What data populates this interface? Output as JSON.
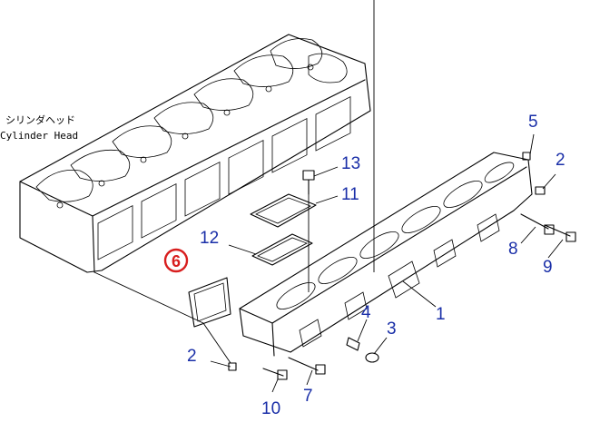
{
  "caption": {
    "jp": "シリンダヘッド",
    "en": "Cylinder Head"
  },
  "callouts": [
    {
      "id": "label-5",
      "text": "5"
    },
    {
      "id": "label-2-right",
      "text": "2"
    },
    {
      "id": "label-13",
      "text": "13"
    },
    {
      "id": "label-11",
      "text": "11"
    },
    {
      "id": "label-12",
      "text": "12"
    },
    {
      "id": "label-8",
      "text": "8"
    },
    {
      "id": "label-9",
      "text": "9"
    },
    {
      "id": "label-6",
      "text": "6"
    },
    {
      "id": "label-1",
      "text": "1"
    },
    {
      "id": "label-4",
      "text": "4"
    },
    {
      "id": "label-3",
      "text": "3"
    },
    {
      "id": "label-2-left",
      "text": "2"
    },
    {
      "id": "label-7",
      "text": "7"
    },
    {
      "id": "label-10",
      "text": "10"
    }
  ],
  "highlighted_part": "6",
  "colors": {
    "callout": "#1a2fa8",
    "highlight": "#d81e1e",
    "line": "#000000"
  }
}
